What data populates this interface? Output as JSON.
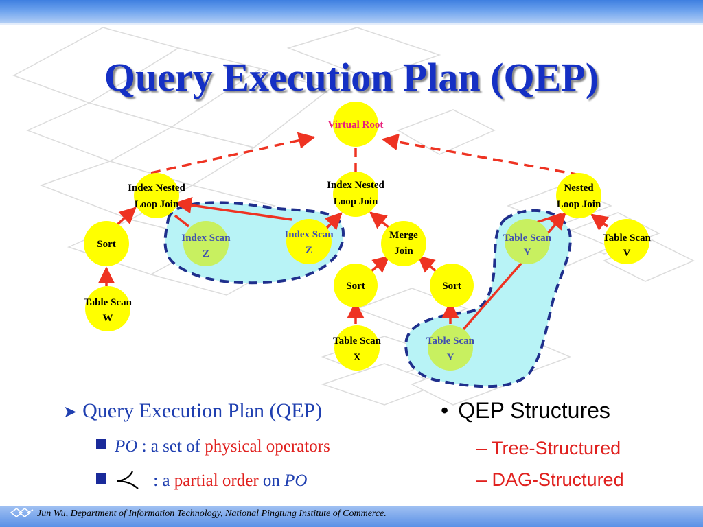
{
  "title": "Query Execution Plan (QEP)",
  "nodes": {
    "virtual_root": "Virtual Root",
    "inlj1": [
      "Index Nested",
      "Loop Join"
    ],
    "sort_w": "Sort",
    "scan_w": [
      "Table Scan",
      "W"
    ],
    "scan_z1": [
      "Index Scan",
      "Z"
    ],
    "inlj2": [
      "Index Nested",
      "Loop Join"
    ],
    "scan_z2": [
      "Index Scan",
      "Z"
    ],
    "merge": [
      "Merge",
      "Join"
    ],
    "sort_x": "Sort",
    "sort_y": "Sort",
    "scan_x": [
      "Table Scan",
      "X"
    ],
    "scan_y1": [
      "Table Scan",
      "Y"
    ],
    "nlj": [
      "Nested",
      "Loop Join"
    ],
    "scan_y2": [
      "Table Scan",
      "Y"
    ],
    "scan_v": [
      "Table Scan",
      "V"
    ]
  },
  "colors": {
    "node_fill": "#ffff00",
    "node_fill_dim": "#c8f060",
    "edge": "#ee3322",
    "group_fill": "#b8f3f6",
    "group_stroke": "#1f2f8c",
    "label_pink": "#e8207a",
    "label_dim": "#4050b0",
    "title": "#1530c4"
  },
  "bullets": {
    "main": "Query Execution Plan (QEP)",
    "po_prefix": "PO",
    "po_text": " : a set of ",
    "po_red": "physical operators",
    "order_text": " : a ",
    "order_red": "partial order",
    "order_on": " on ",
    "order_po": "PO"
  },
  "right": {
    "heading": "QEP Structures",
    "item1": "Tree-Structured",
    "item2": "DAG-Structured"
  },
  "footer": "Jun Wu, Department of Information Technology, National Pingtung Institute of Commerce."
}
